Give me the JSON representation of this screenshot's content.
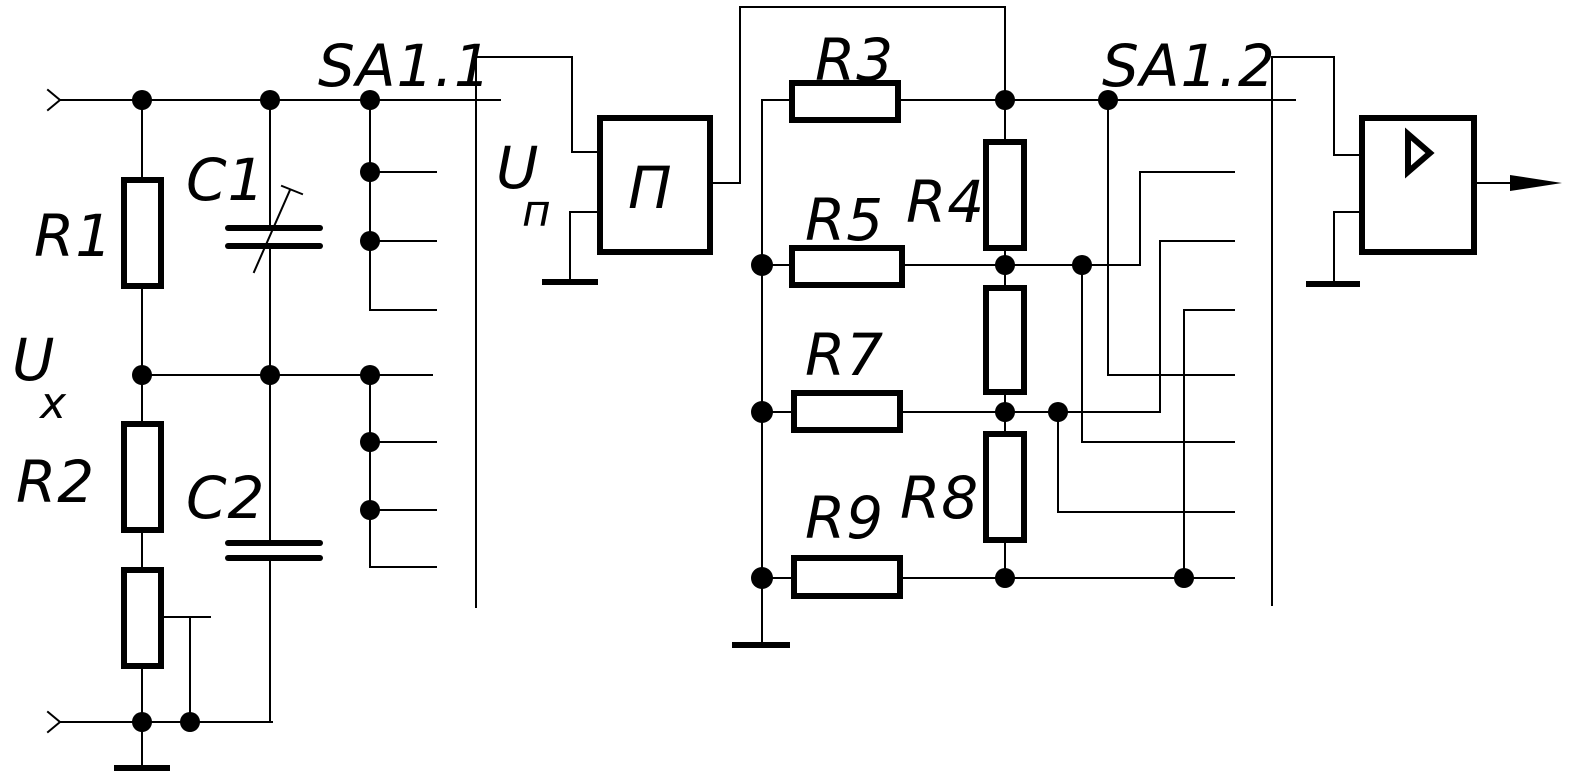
{
  "labels": {
    "R1": "R1",
    "R2": "R2",
    "R3": "R3",
    "R4": "R4",
    "R5": "R5",
    "R7": "R7",
    "R8": "R8",
    "R9": "R9",
    "C1": "C1",
    "C2": "C2",
    "SA1_1": "SA1.1",
    "SA1_2": "SA1.2",
    "Ux_main": "U",
    "Ux_sub": "x",
    "Un_main": "U",
    "Un_sub": "п",
    "converter": "П"
  },
  "colors": {
    "line": "#000000",
    "background": "#ffffff"
  },
  "icons": {
    "amplifier": "triangle-amplifier-icon",
    "ground": "ground-icon",
    "input": "input-terminal-icon",
    "output": "output-arrow-icon"
  }
}
